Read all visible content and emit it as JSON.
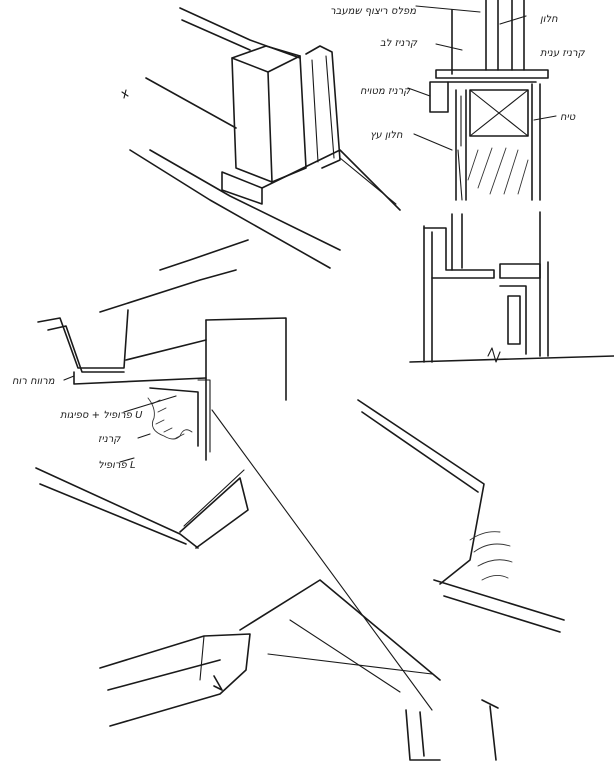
{
  "sheet": {
    "ink_color": "#1a1a1a",
    "paper_color": "#ffffff"
  },
  "annotations": {
    "top_label": "מפלס ריצוף שמעבר",
    "header_fixture": "חלון",
    "bottom_cornice": "קרניז לב",
    "cornice_finish": "קרניז ענית",
    "cornice_weathered": "קרניז מטויח",
    "plaster": "טיח",
    "wood_frame": "חלון עץ",
    "ventilation_gap": "מרווח רוח",
    "canopy_profile": "פרופיל + ספיגות U",
    "cornice_profile": "קרניז",
    "l_profile": "פרופיל L"
  }
}
